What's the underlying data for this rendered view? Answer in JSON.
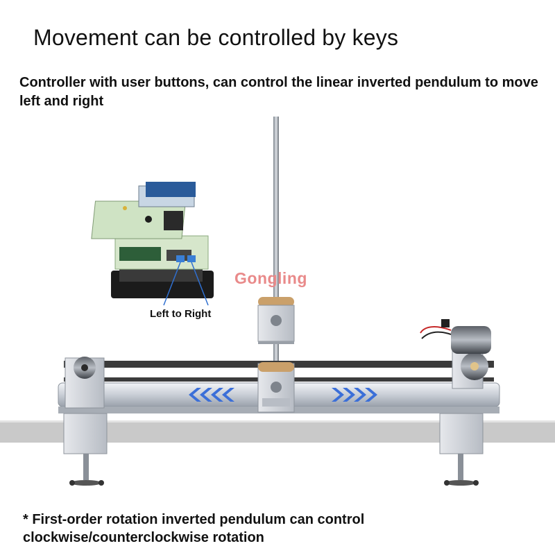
{
  "heading": "Movement can be controlled by keys",
  "description": "Controller with user buttons, can control the linear inverted pendulum to move left and right",
  "controller": {
    "button_caption": "Left to Right"
  },
  "brand_watermark": "Gongling",
  "footnote": "* First-order rotation inverted pendulum can control clockwise/counterclockwise rotation",
  "colors": {
    "accent_arrows": "#3b6fd8",
    "watermark": "#e98a8a",
    "table": "#c9c9c9",
    "pcb": "#cfe3c4",
    "rail": "#d9dde3"
  },
  "icons": {
    "left_arrows": "chevrons-left-icon",
    "right_arrows": "chevrons-right-icon"
  }
}
